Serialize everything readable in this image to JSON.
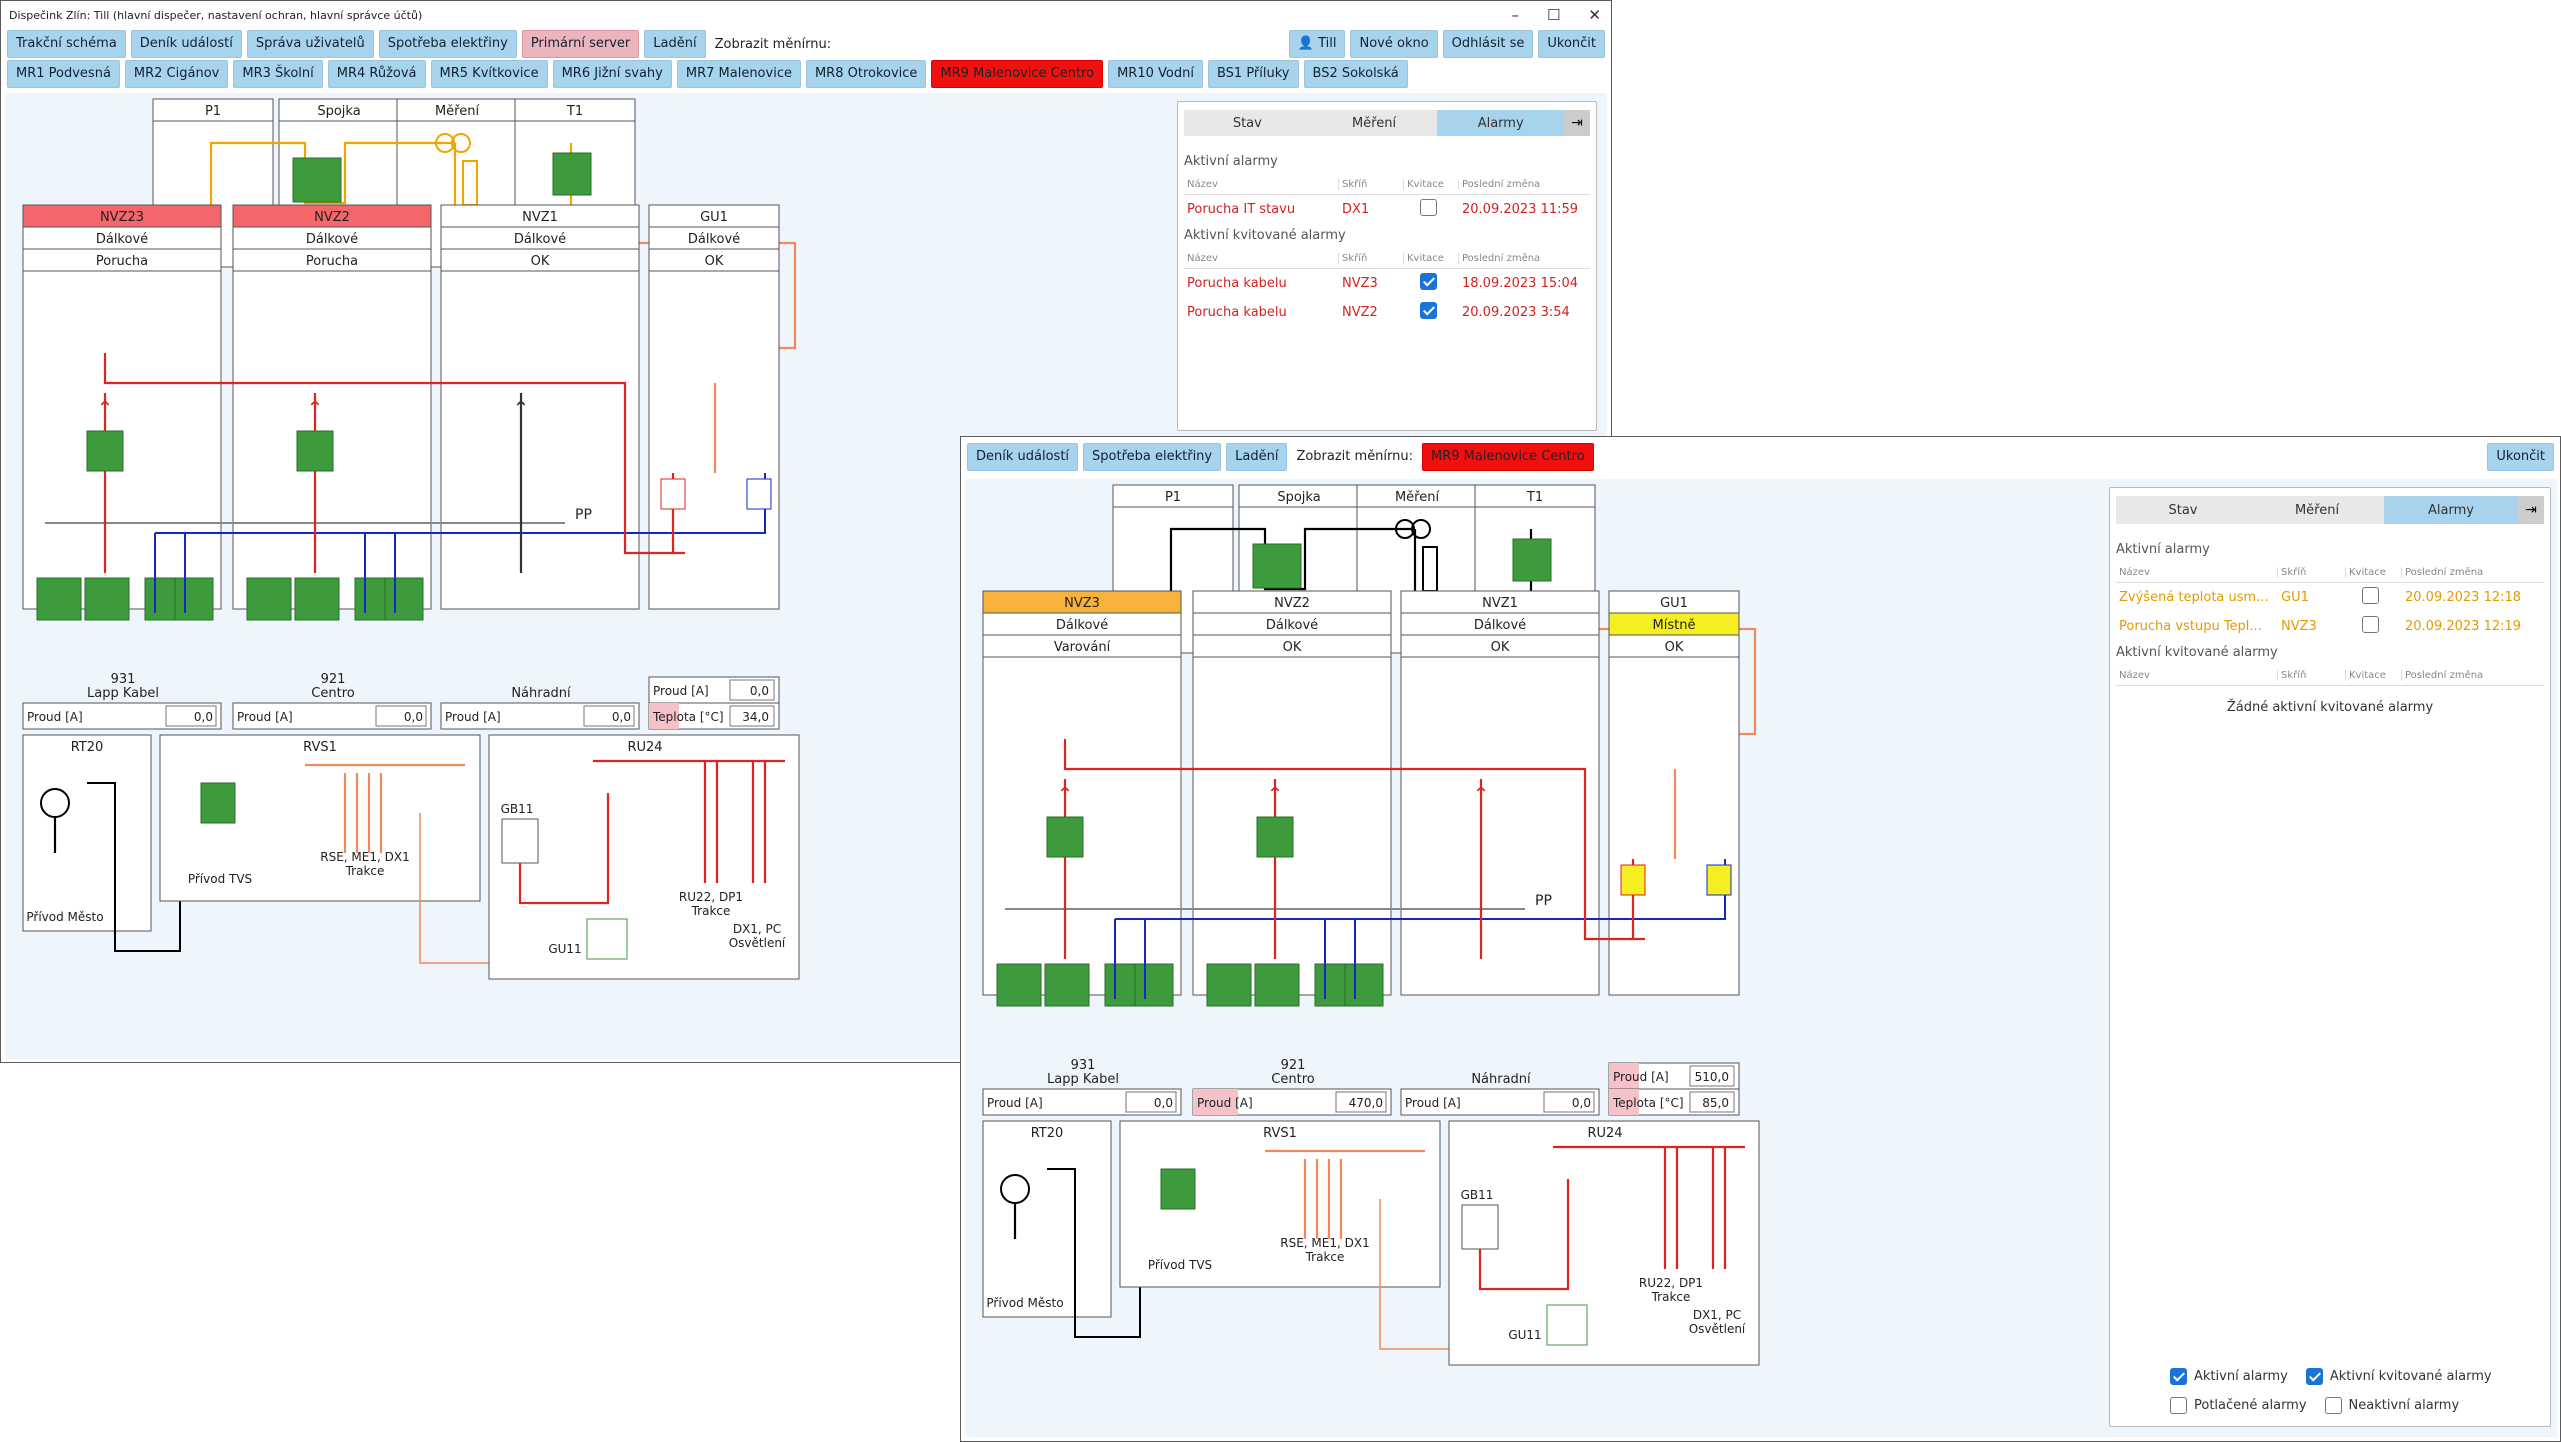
{
  "window1": {
    "title": "Dispečink Zlín: Till (hlavní dispečer, nastavení ochran, hlavní správce účtů)",
    "toolbar": [
      "Trakční schéma",
      "Deník událostí",
      "Správa uživatelů",
      "Spotřeba elektřiny",
      "Primární server",
      "Ladění"
    ],
    "show_label": "Zobrazit měnírnu:",
    "right_buttons": [
      "Till",
      "Nové okno",
      "Odhlásit se",
      "Ukončit"
    ],
    "stations": [
      "MR1 Podvesná",
      "MR2 Cigánov",
      "MR3 Školní",
      "MR4 Růžová",
      "MR5 Kvítkovice",
      "MR6 Jižní svahy",
      "MR7 Malenovice",
      "MR8 Otrokovice",
      "MR9 Malenovice Centro",
      "MR10 Vodní",
      "BS1 Příluky",
      "BS2 Sokolská"
    ],
    "cells": {
      "top": [
        "P1",
        "Spojka",
        "Měření",
        "T1"
      ],
      "nvz23": {
        "name": "NVZ23",
        "mode": "Dálkové",
        "state": "Porucha",
        "num": "931",
        "sub": "Lapp Kabel",
        "lbl": "Proud [A]",
        "val": "0,0"
      },
      "nvz22": {
        "name": "NVZ2",
        "mode": "Dálkové",
        "state": "Porucha",
        "num": "921",
        "sub": "Centro",
        "lbl": "Proud [A]",
        "val": "0,0"
      },
      "nvz21": {
        "name": "NVZ1",
        "mode": "Dálkové",
        "state": "OK",
        "sub": "Náhradní",
        "lbl": "Proud [A]",
        "val": "0,0"
      },
      "gu1": {
        "name": "GU1",
        "mode": "Dálkové",
        "state": "OK",
        "lbl1": "Proud [A]",
        "val1": "0,0",
        "lbl2": "Teplota [°C]",
        "val2": "34,0"
      },
      "pp": "PP",
      "rt20": "RT20",
      "rt20_sub": "Přívod Město",
      "rvs1": "RVS1",
      "rvs1_a": "Přívod TVS",
      "rvs1_b": "RSE, ME1, DX1",
      "rvs1_c": "Trakce",
      "ru24": "RU24",
      "gb11": "GB11",
      "gu11": "GU11",
      "ru24_a": "RU22, DP1",
      "ru24_b": "Trakce",
      "ru24_c": "DX1, PC",
      "ru24_d": "Osvětlení"
    },
    "alarms": {
      "tabs": [
        "Stav",
        "Měření",
        "Alarmy"
      ],
      "active_title": "Aktivní alarmy",
      "cols": [
        "Název",
        "Skříň",
        "Kvitace",
        "Poslední změna"
      ],
      "active": [
        {
          "name": "Porucha IT stavu",
          "box": "DX1",
          "time": "20.09.2023 11:59"
        }
      ],
      "ack_title": "Aktivní kvitované alarmy",
      "ack": [
        {
          "name": "Porucha kabelu",
          "box": "NVZ3",
          "time": "18.09.2023 15:04"
        },
        {
          "name": "Porucha kabelu",
          "box": "NVZ2",
          "time": "20.09.2023 3:54"
        }
      ]
    }
  },
  "window2": {
    "toolbar": [
      "Deník událostí",
      "Spotřeba elektřiny",
      "Ladění"
    ],
    "show_label": "Zobrazit měnírnu:",
    "station": "MR9 Malenovice Centro",
    "close": "Ukončit",
    "cells": {
      "top": [
        "P1",
        "Spojka",
        "Měření",
        "T1"
      ],
      "nvz23": {
        "name": "NVZ3",
        "mode": "Dálkové",
        "state": "Varování",
        "num": "931",
        "sub": "Lapp Kabel",
        "lbl": "Proud [A]",
        "val": "0,0"
      },
      "nvz22": {
        "name": "NVZ2",
        "mode": "Dálkové",
        "state": "OK",
        "num": "921",
        "sub": "Centro",
        "lbl": "Proud [A]",
        "val": "470,0"
      },
      "nvz21": {
        "name": "NVZ1",
        "mode": "Dálkové",
        "state": "OK",
        "sub": "Náhradní",
        "lbl": "Proud [A]",
        "val": "0,0"
      },
      "gu1": {
        "name": "GU1",
        "mode": "Místně",
        "state": "OK",
        "lbl1": "Proud [A]",
        "val1": "510,0",
        "lbl2": "Teplota [°C]",
        "val2": "85,0"
      },
      "pp": "PP",
      "rt20": "RT20",
      "rt20_sub": "Přívod Město",
      "rvs1": "RVS1",
      "rvs1_a": "Přívod TVS",
      "rvs1_b": "RSE, ME1, DX1",
      "rvs1_c": "Trakce",
      "ru24": "RU24",
      "gb11": "GB11",
      "gu11": "GU11",
      "ru24_a": "RU22, DP1",
      "ru24_b": "Trakce",
      "ru24_c": "DX1, PC",
      "ru24_d": "Osvětlení"
    },
    "alarms": {
      "tabs": [
        "Stav",
        "Měření",
        "Alarmy"
      ],
      "active_title": "Aktivní alarmy",
      "cols": [
        "Název",
        "Skříň",
        "Kvitace",
        "Poslední změna"
      ],
      "active": [
        {
          "name": "Zvýšená teplota usm...",
          "box": "GU1",
          "time": "20.09.2023 12:18"
        },
        {
          "name": "Porucha vstupu Tepl...",
          "box": "NVZ3",
          "time": "20.09.2023 12:19"
        }
      ],
      "ack_title": "Aktivní kvitované alarmy",
      "empty": "Žádné aktivní kvitované alarmy",
      "filters": [
        "Aktivní alarmy",
        "Aktivní kvitované alarmy",
        "Potlačené alarmy",
        "Neaktivní alarmy"
      ]
    }
  },
  "colors": {
    "fault": "#e0231e",
    "warn": "#f0a500",
    "ok": "#3d9a3d",
    "neutral": "#444",
    "blue": "#1428c8",
    "salmon": "#f08a5a"
  }
}
